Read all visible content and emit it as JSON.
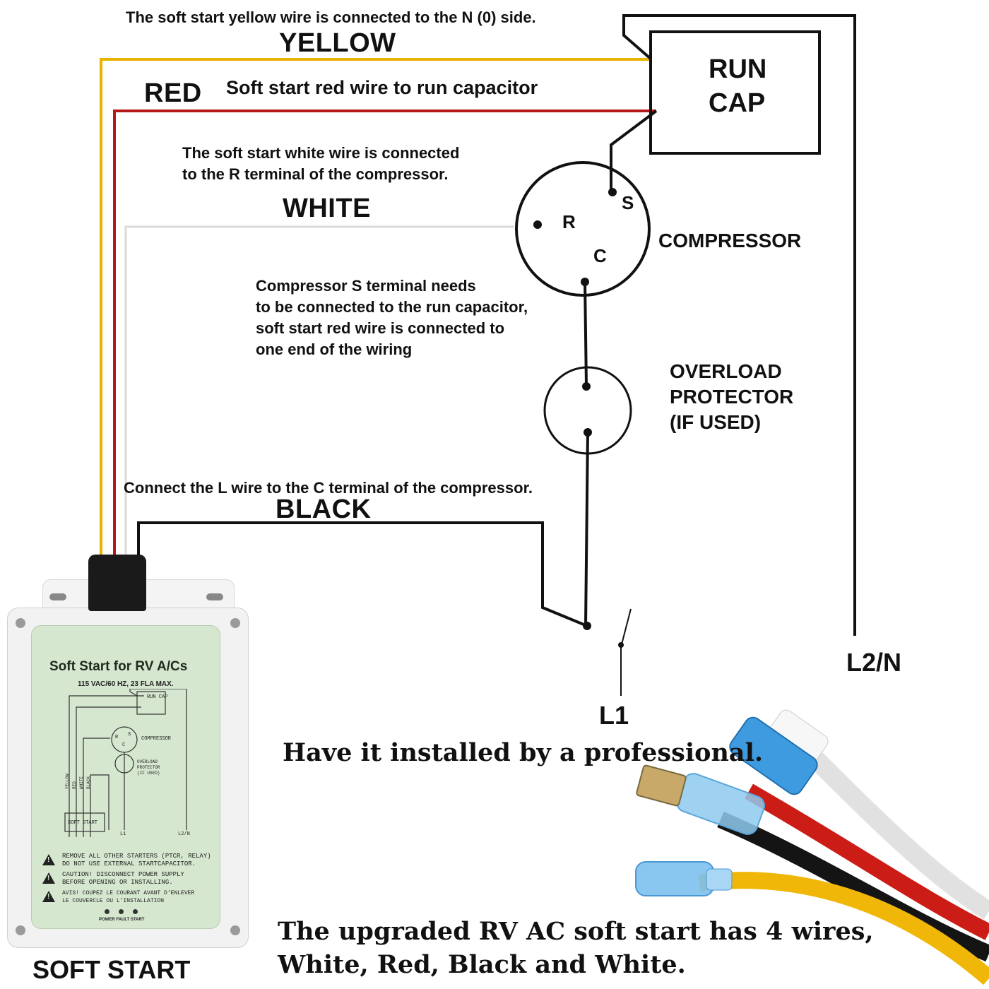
{
  "notes": {
    "yellow_note": "The soft start yellow wire is connected to the N (0) side.",
    "red_note": "Soft start red wire to run capacitor",
    "white_note_line1": "The soft start white wire is connected",
    "white_note_line2": "to the R terminal of the compressor.",
    "s_note_line1": "Compressor S terminal needs",
    "s_note_line2": "to be connected to the run capacitor,",
    "s_note_line3": "soft start red wire is connected to",
    "s_note_line4": "one end of the wiring",
    "black_note": "Connect the L wire to the C terminal of the compressor."
  },
  "wires": {
    "yellow": "YELLOW",
    "red": "RED",
    "white": "WHITE",
    "black": "BLACK"
  },
  "components": {
    "run_cap_line1": "RUN",
    "run_cap_line2": "CAP",
    "compressor": "COMPRESSOR",
    "terminal_s": "S",
    "terminal_r": "R",
    "terminal_c": "C",
    "overload_line1": "OVERLOAD",
    "overload_line2": "PROTECTOR",
    "overload_line3": "(IF USED)",
    "l1": "L1",
    "l2n": "L2/N",
    "soft_start_label": "SOFT  START"
  },
  "captions": {
    "install_note": "Have it installed by a professional.",
    "upgrade_line1": "The upgraded RV AC soft start has 4 wires,",
    "upgrade_line2": "White, Red, Black and White."
  },
  "device_panel": {
    "title": "Soft Start for RV A/Cs",
    "spec": "115 VAC/60 HZ, 23 FLA MAX.",
    "mini_run_cap": "RUN CAP",
    "mini_compressor": "COMPRESSOR",
    "mini_overload_1": "OVERLOAD",
    "mini_overload_2": "PROTECTOR",
    "mini_overload_3": "(IF USED)",
    "mini_soft_start": "SOFT START",
    "mini_l1": "L1",
    "mini_l2n": "L2/N",
    "mini_r": "R",
    "mini_s": "S",
    "mini_c": "C",
    "mini_yellow": "YELLOW",
    "mini_red": "RED",
    "mini_white": "WHITE",
    "mini_black": "BLACK",
    "warning1_line1": "REMOVE ALL OTHER STARTERS (PTCR, RELAY)",
    "warning1_line2": "DO NOT USE EXTERNAL STARTCAPACITOR.",
    "warning2_line1": "CAUTION! DISCONNECT POWER SUPPLY",
    "warning2_line2": "BEFORE OPENING OR INSTALLING.",
    "warning3_line1": "AVIS! COUPEZ LE COURANT AVANT D'ENLEVER",
    "warning3_line2": "LE COUVERCLE OU L'INSTALLATION",
    "led_labels": "POWER FAULT START"
  },
  "colors": {
    "yellow_wire": "#e8b400",
    "red_wire": "#b51818",
    "white_wire": "#d9d9d9",
    "black_wire": "#111111",
    "panel_green": "#d6e7cf"
  }
}
